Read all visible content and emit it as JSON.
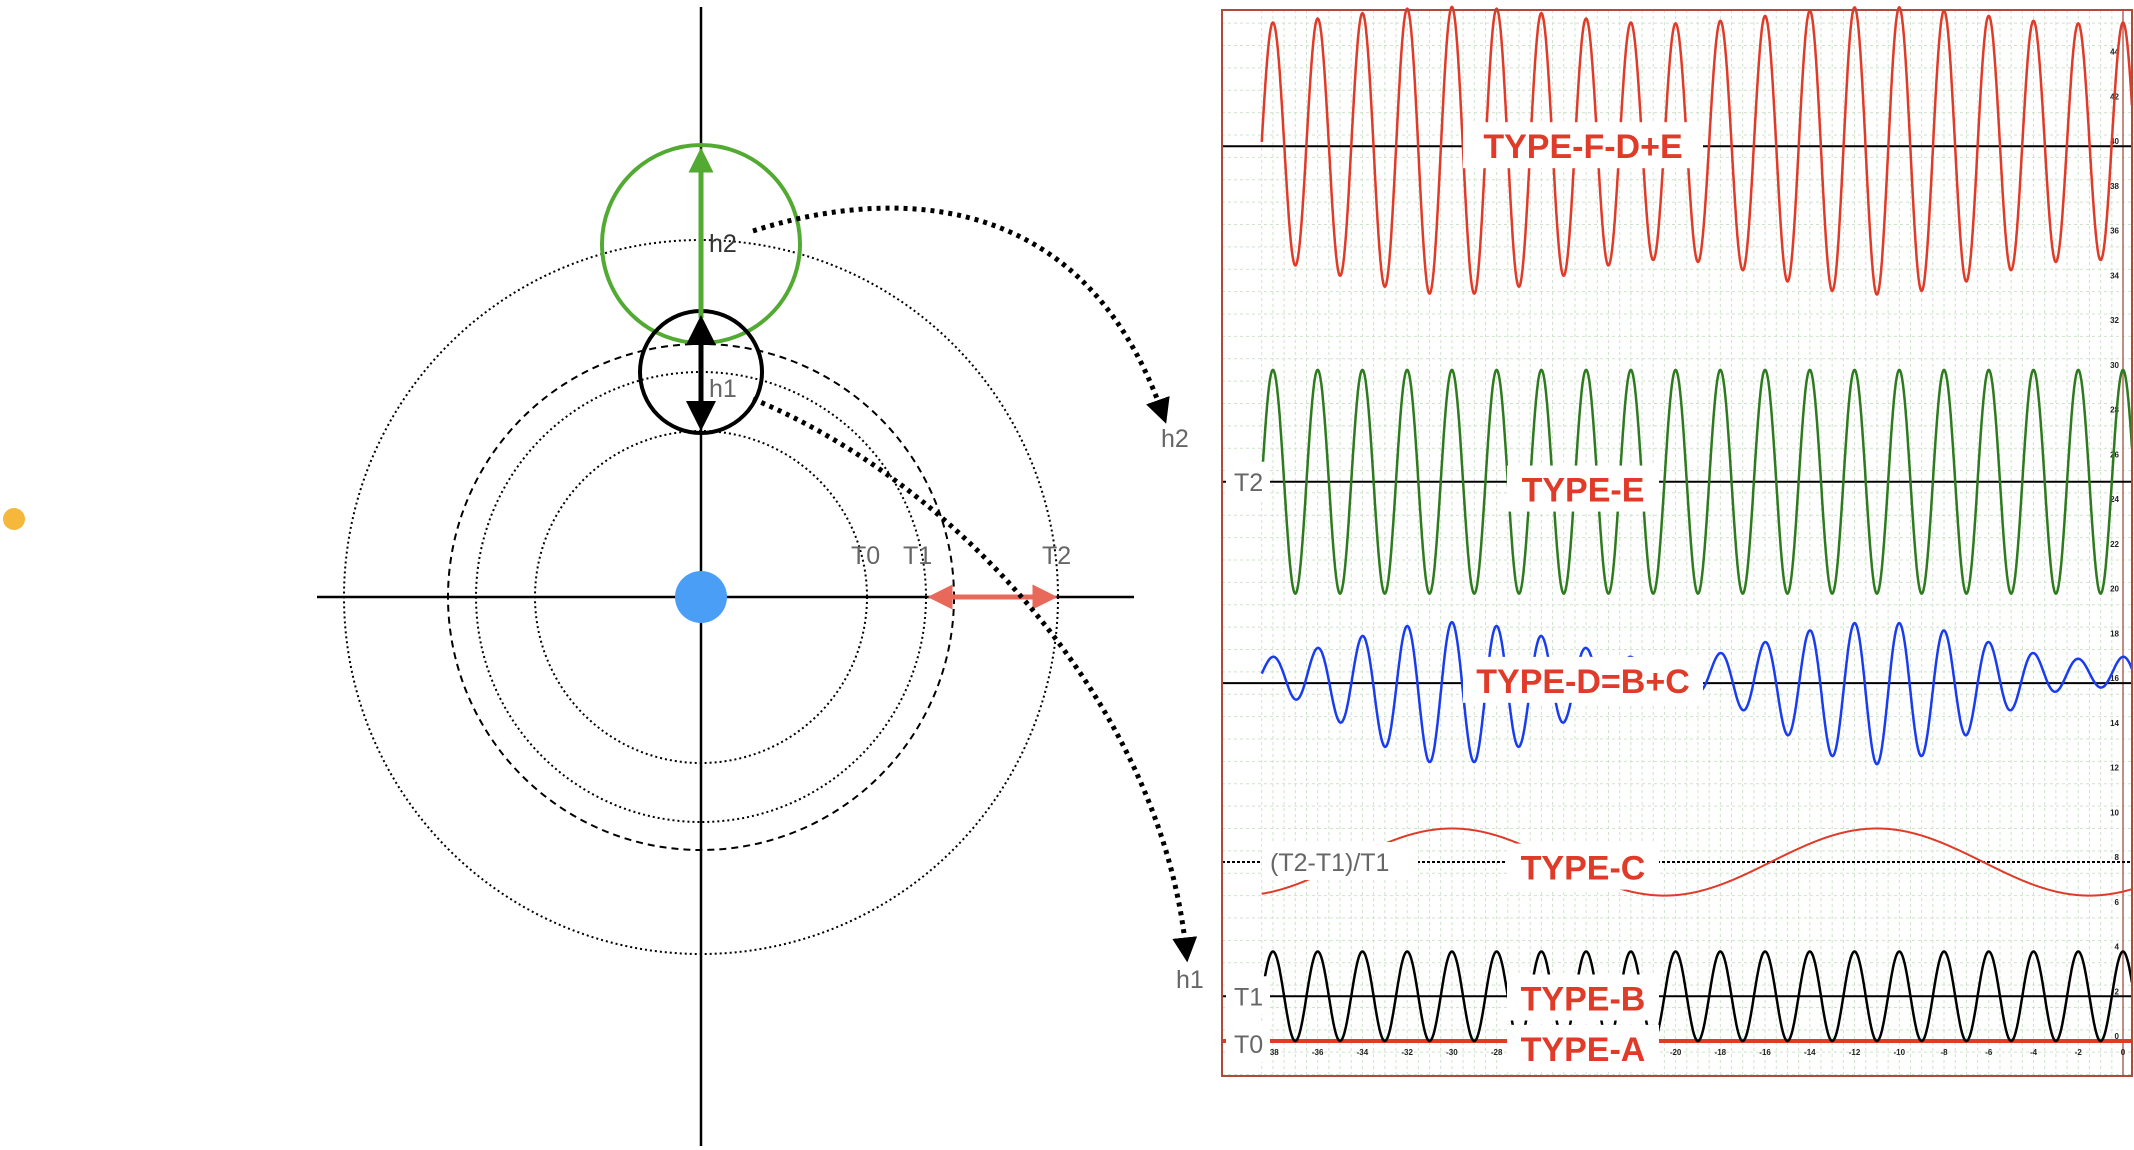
{
  "orbit_diagram": {
    "labels": {
      "h1": "h1",
      "h2": "h2",
      "t0": "T0",
      "t1": "T1",
      "t2": "T2",
      "arrow_h1": "h1",
      "arrow_h2": "h2"
    },
    "colors": {
      "sun": "#4a9ef5",
      "planet": "#f5b83a",
      "h1": "#000000",
      "h2": "#52aa32",
      "delta": "#e8695a"
    }
  },
  "chart_data": {
    "type": "line",
    "xlim": [
      -38.5,
      0.5
    ],
    "ylim": [
      -1,
      45
    ],
    "grid": true,
    "x_ticks": [
      -38,
      -36,
      -34,
      -32,
      -30,
      -28,
      -20,
      -18,
      -16,
      -14,
      -12,
      -10,
      -8,
      -6,
      -4,
      -2,
      0
    ],
    "y_ticks": [
      0,
      2,
      4,
      6,
      8,
      10,
      12,
      14,
      16,
      18,
      20,
      22,
      24,
      26,
      28,
      30,
      32,
      34,
      36,
      38,
      40,
      42,
      44
    ],
    "series": [
      {
        "name": "TYPE-A",
        "color": "#e03a28",
        "kind": "const",
        "center": 0
      },
      {
        "name": "TYPE-B",
        "color": "#000000",
        "kind": "cos",
        "center": 2,
        "amplitude": 2,
        "period": 2
      },
      {
        "name": "TYPE-C",
        "color": "#e03a28",
        "kind": "cos",
        "center": 8,
        "amplitude": -1.5,
        "period": 19,
        "phase": -1.5
      },
      {
        "name": "TYPE-D=B+C",
        "color": "#1a3cf0",
        "kind": "mod",
        "center": 16
      },
      {
        "name": "TYPE-E",
        "color": "#2e7a1e",
        "kind": "cos",
        "center": 25,
        "amplitude": 5,
        "period": 2
      },
      {
        "name": "TYPE-F-D+E",
        "color": "#e03a28",
        "kind": "sum",
        "center": 40
      }
    ],
    "baselines": [
      {
        "value": 0,
        "label": "T0"
      },
      {
        "value": 2,
        "label": "T1"
      },
      {
        "value": 8,
        "label": "(T2-T1)/T1"
      },
      {
        "value": 16,
        "label": ""
      },
      {
        "value": 25,
        "label": "T2"
      },
      {
        "value": 40,
        "label": ""
      }
    ]
  }
}
